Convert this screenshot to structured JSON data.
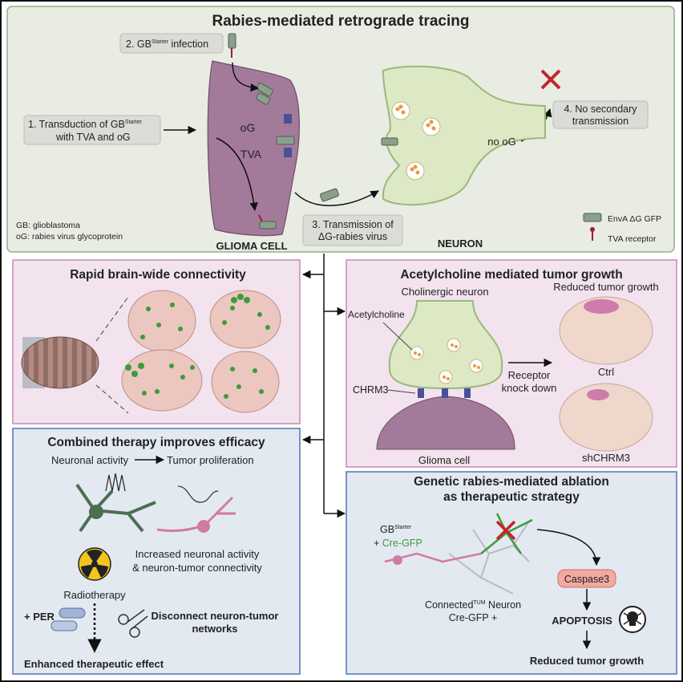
{
  "top": {
    "title": "Rabies-mediated retrograde tracing",
    "step1_line1": "1. Transduction of GB",
    "step1_sup": "Starter",
    "step1_line2": "with TVA and oG",
    "step2": "2. GB",
    "step2_sup": "Starter",
    "step2_tail": " infection",
    "step3_line1": "3. Transmission of",
    "step3_line2": "ΔG-rabies virus",
    "step4_line1": "4. No secondary",
    "step4_line2": "transmission",
    "cell_og": "oG",
    "cell_tva": "TVA",
    "glioma_cell": "GLIOMA CELL",
    "neuron": "NEURON",
    "no_og": "no oG",
    "abbr1": "GB: glioblastoma",
    "abbr2": "oG: rabies virus glycoprotein",
    "legend_virus": "EnvA ΔG GFP",
    "legend_tva": "TVA receptor"
  },
  "connectivity": {
    "title": "Rapid brain-wide connectivity"
  },
  "acetylcholine": {
    "title": "Acetylcholine mediated tumor growth",
    "cholinergic_neuron": "Cholinergic neuron",
    "acetylcholine": "Acetylcholine",
    "chrm3": "CHRM3",
    "glioma_cell": "Glioma cell",
    "reduced": "Reduced tumor growth",
    "receptor1": "Receptor",
    "receptor2": "knock down",
    "ctrl": "Ctrl",
    "shchrm3": "shCHRM3"
  },
  "therapy": {
    "title": "Combined therapy improves efficacy",
    "neuronal_activity": "Neuronal activity",
    "tumor_proliferation": "Tumor proliferation",
    "increased1": "Increased neuronal activity",
    "increased2": "& neuron-tumor connectivity",
    "radiotherapy": "Radiotherapy",
    "per": "+ PER",
    "disconnect1": "Disconnect neuron-tumor",
    "disconnect2": "networks",
    "enhanced": "Enhanced therapeutic effect"
  },
  "ablation": {
    "title1": "Genetic rabies-mediated ablation",
    "title2": "as therapeutic strategy",
    "gb": "GB",
    "gb_sup": "Starter",
    "cre_gfp": "+ Cre-GFP",
    "connected": "Connected",
    "connected_sup": "TUM",
    "connected_tail": " Neuron",
    "cre_gfp2": "Cre-GFP +",
    "caspase": "Caspase3",
    "apoptosis": "APOPTOSIS",
    "reduced": "Reduced tumor growth"
  },
  "colors": {
    "top_bg": "#e9ece3",
    "pink_bg": "#f3e3ee",
    "blue_bg": "#e3e9f1",
    "glioma": "#a47a9a",
    "neuron": "#dde8c4",
    "green_dot": "#3f9a3c",
    "brain": "#ecc7bf",
    "apoptosis": "#a51e22"
  }
}
